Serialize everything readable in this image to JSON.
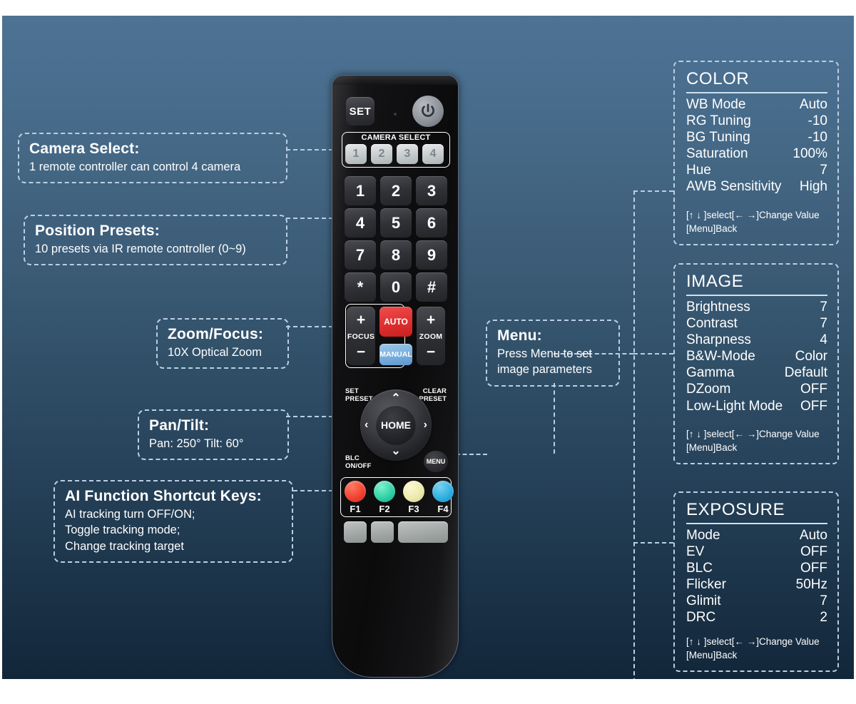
{
  "annotations": [
    {
      "id": "camera-select",
      "title": "Camera Select:",
      "lines": [
        "1 remote controller can control 4 camera"
      ]
    },
    {
      "id": "position-presets",
      "title": "Position Presets:",
      "lines": [
        "10 presets via IR remote controller (0~9)"
      ]
    },
    {
      "id": "zoom-focus",
      "title": "Zoom/Focus:",
      "lines": [
        "10X Optical  Zoom"
      ]
    },
    {
      "id": "pan-tilt",
      "title": "Pan/Tilt:",
      "lines": [
        "Pan:  250°  Tilt: 60°"
      ]
    },
    {
      "id": "ai-function",
      "title": "AI Function Shortcut Keys:",
      "lines": [
        "AI tracking turn OFF/ON;",
        "Toggle  tracking mode;",
        "Change tracking target"
      ]
    },
    {
      "id": "menu",
      "title": "Menu:",
      "lines": [
        "Press Menu to set",
        "image parameters"
      ]
    }
  ],
  "panels": [
    {
      "id": "color",
      "title": "COLOR",
      "rows": [
        {
          "label": "WB Mode",
          "value": "Auto"
        },
        {
          "label": "RG Tuning",
          "value": "-10"
        },
        {
          "label": "BG Tuning",
          "value": "-10"
        },
        {
          "label": "Saturation",
          "value": "100%"
        },
        {
          "label": "Hue",
          "value": "7"
        },
        {
          "label": "AWB Sensitivity",
          "value": "High"
        }
      ],
      "footer": [
        "[↑ ↓ ]select[← →]Change Value",
        "[Menu]Back"
      ]
    },
    {
      "id": "image",
      "title": "IMAGE",
      "rows": [
        {
          "label": "Brightness",
          "value": "7"
        },
        {
          "label": "Contrast",
          "value": "7"
        },
        {
          "label": "Sharpness",
          "value": "4"
        },
        {
          "label": "B&W-Mode",
          "value": "Color"
        },
        {
          "label": "Gamma",
          "value": "Default"
        },
        {
          "label": "DZoom",
          "value": "OFF"
        },
        {
          "label": "Low-Light Mode",
          "value": "OFF"
        }
      ],
      "footer": [
        "[↑ ↓ ]select[← →]Change Value",
        "[Menu]Back"
      ]
    },
    {
      "id": "exposure",
      "title": "EXPOSURE",
      "rows": [
        {
          "label": "Mode",
          "value": "Auto"
        },
        {
          "label": "EV",
          "value": "OFF"
        },
        {
          "label": "BLC",
          "value": "OFF"
        },
        {
          "label": "Flicker",
          "value": "50Hz"
        },
        {
          "label": "Glimit",
          "value": "7"
        },
        {
          "label": "DRC",
          "value": "2"
        }
      ],
      "footer": [
        "[↑ ↓ ]select[← →]Change Value",
        "[Menu]Back"
      ]
    }
  ],
  "remote": {
    "set_label": "SET",
    "power_icon": "power-icon",
    "camera_select_label": "CAMERA SELECT",
    "camera_select_keys": [
      "1",
      "2",
      "3",
      "4"
    ],
    "keypad": [
      "1",
      "2",
      "3",
      "4",
      "5",
      "6",
      "7",
      "8",
      "9",
      "*",
      "0",
      "#"
    ],
    "focus_label": "FOCUS",
    "zoom_label": "ZOOM",
    "plus": "+",
    "minus": "−",
    "auto_label": "AUTO",
    "manual_label": "MANUAL",
    "set_preset_label": "SET\nPRESET",
    "set_preset_l1": "SET",
    "set_preset_l2": "PRESET",
    "clear_preset_l1": "CLEAR",
    "clear_preset_l2": "PRESET",
    "blc_l1": "BLC",
    "blc_l2": "ON/OFF",
    "home_label": "HOME",
    "menu_label": "MENU",
    "arrow_up": "⌃",
    "arrow_down": "⌄",
    "arrow_left": "‹",
    "arrow_right": "›",
    "fkeys": [
      {
        "label": "F1",
        "color": "#f0402f"
      },
      {
        "label": "F2",
        "color": "#2ecfa4"
      },
      {
        "label": "F3",
        "color": "#ece9ab"
      },
      {
        "label": "F4",
        "color": "#2eaee0"
      }
    ]
  },
  "colors": {
    "dash_stroke": "#b9cfe4",
    "bg_top": "#4d7293",
    "bg_bottom": "#122639"
  }
}
